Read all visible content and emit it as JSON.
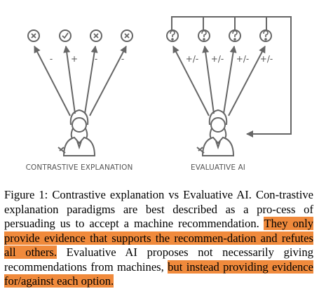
{
  "figure": {
    "left_panel": {
      "label": "CONTRASTIVE EXPLANATION",
      "edge_signs": [
        "-",
        "+",
        "-",
        "-"
      ],
      "node_icons": [
        "x-circle-icon",
        "check-circle-icon",
        "x-circle-icon",
        "x-circle-icon"
      ]
    },
    "right_panel": {
      "label": "EVALUATIVE AI",
      "edge_signs": [
        "+/-",
        "+/-",
        "+/-",
        "+/-"
      ],
      "node_icons": [
        "question-circle-icon",
        "question-circle-icon",
        "question-circle-icon",
        "question-circle-icon"
      ]
    },
    "colors": {
      "stroke": "#666666",
      "highlight": "#f08a3c"
    }
  },
  "caption": {
    "prefix": "Figure 1:",
    "lines": [
      " Contrastive explanation vs Evaluative AI. Con-",
      "trastive explanation paradigms are best described as a pro-",
      "cess of persuading us to accept a machine recommendation. ",
      "They only provide evidence that supports the recommen-",
      "dation and refutes all others.",
      " Evaluative AI proposes not necessarily giving recommendations from machines, ",
      "but instead providing evidence for/against each option."
    ]
  }
}
